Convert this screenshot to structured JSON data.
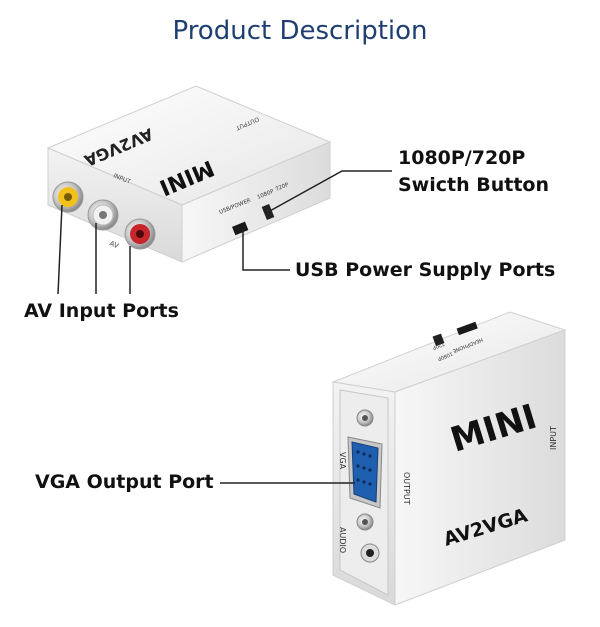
{
  "title": "Product Description",
  "callouts": {
    "switch_line1": "1080P/720P",
    "switch_line2": "Swicth Button",
    "usb": "USB Power Supply Ports",
    "av": "AV Input Ports",
    "vga": "VGA Output Port"
  },
  "device_top": {
    "label_model": "AV2VGA",
    "label_brand": "MINI",
    "label_input": "INPUT",
    "label_output": "OUTPUT",
    "label_av": "AV",
    "label_usb": "USB/POWER",
    "label_1080": "1080P",
    "label_720": "720P"
  },
  "device_bottom": {
    "label_brand": "MINI",
    "label_model": "AV2VGA",
    "label_vga": "VGA",
    "label_audio": "AUDIO",
    "label_output": "OUTPUT",
    "label_input": "INPUT",
    "label_headphone": "HEADPHONE",
    "label_1080": "1080P",
    "label_720": "720P"
  },
  "colors": {
    "title": "#1f3f73",
    "rca_yellow": "#f2c21b",
    "rca_red": "#c8252c",
    "vga_blue": "#1f5fb0"
  }
}
